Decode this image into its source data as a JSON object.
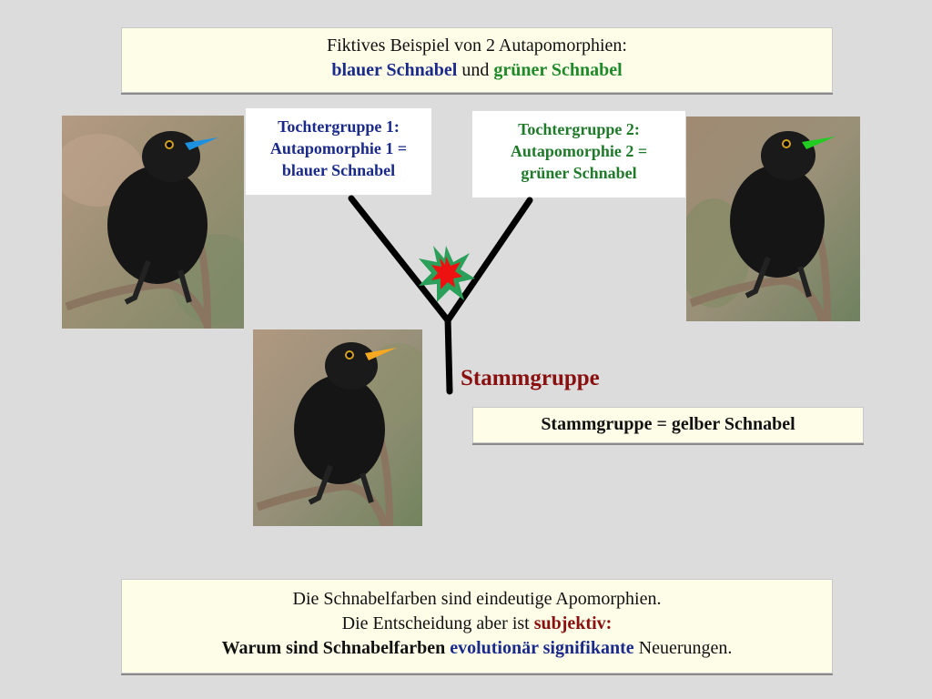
{
  "title_box": {
    "line1": "Fiktives Beispiel von 2 Autapomorphien:",
    "line2_part1": "blauer Schnabel",
    "line2_part2": " und ",
    "line2_part3": "grüner Schnabel"
  },
  "daughter1": {
    "line1": "Tochtergruppe 1:",
    "line2": "Autapomorphie 1 =",
    "line3": "blauer Schnabel"
  },
  "daughter2": {
    "line1": "Tochtergruppe 2:",
    "line2": "Autapomorphie 2 =",
    "line3": "grüner Schnabel"
  },
  "stamm_label": "Stammgruppe",
  "stamm_box": "Stammgruppe = gelber Schnabel",
  "footer": {
    "line1": "Die Schnabelfarben sind eindeutige Apomorphien.",
    "line2_part1": "Die Entscheidung aber ist ",
    "line2_part2": "subjektiv:",
    "line3_part1": "Warum sind Schnabelfarben ",
    "line3_part2": "evolutionär signifikante",
    "line3_part3": " Neuerungen."
  },
  "colors": {
    "background": "#dcdcdc",
    "box_fill": "#fdfde8",
    "blue_text": "#1a2a8a",
    "green_text": "#1f8a2a",
    "red_text": "#8a1010",
    "beak_blue": "#1e90e0",
    "beak_green": "#22cc22",
    "beak_yellow": "#f5a820",
    "star_outer": "#2aa05a",
    "star_inner": "#ee1111"
  },
  "birds": [
    {
      "name": "blackbird-blue-beak",
      "beak": "blue"
    },
    {
      "name": "blackbird-green-beak",
      "beak": "green"
    },
    {
      "name": "blackbird-yellow-beak",
      "beak": "yellow"
    }
  ]
}
